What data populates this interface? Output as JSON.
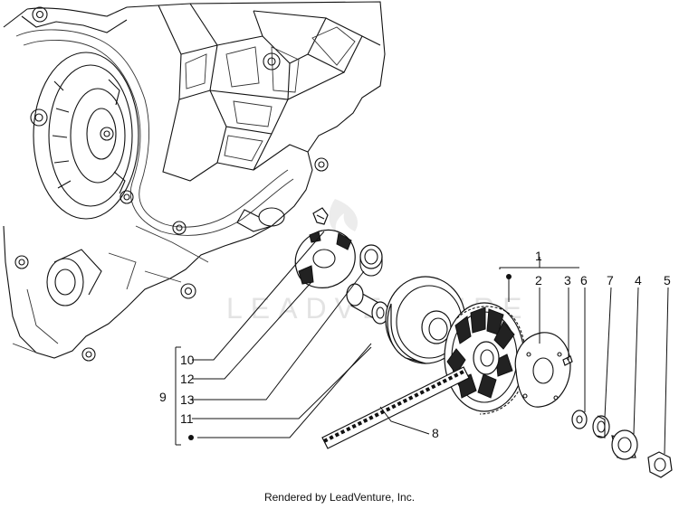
{
  "diagram": {
    "watermark": "LEADVENTURE",
    "footer_text": "Rendered by LeadVenture, Inc.",
    "callouts": [
      {
        "id": "c1",
        "label": "1"
      },
      {
        "id": "c2",
        "label": "2"
      },
      {
        "id": "c3",
        "label": "3"
      },
      {
        "id": "c4",
        "label": "4"
      },
      {
        "id": "c5",
        "label": "5"
      },
      {
        "id": "c6",
        "label": "6"
      },
      {
        "id": "c7",
        "label": "7"
      },
      {
        "id": "c8",
        "label": "8"
      },
      {
        "id": "c9",
        "label": "9"
      },
      {
        "id": "c10",
        "label": "10"
      },
      {
        "id": "c11",
        "label": "11"
      },
      {
        "id": "c12",
        "label": "12"
      },
      {
        "id": "c13",
        "label": "13"
      }
    ]
  }
}
